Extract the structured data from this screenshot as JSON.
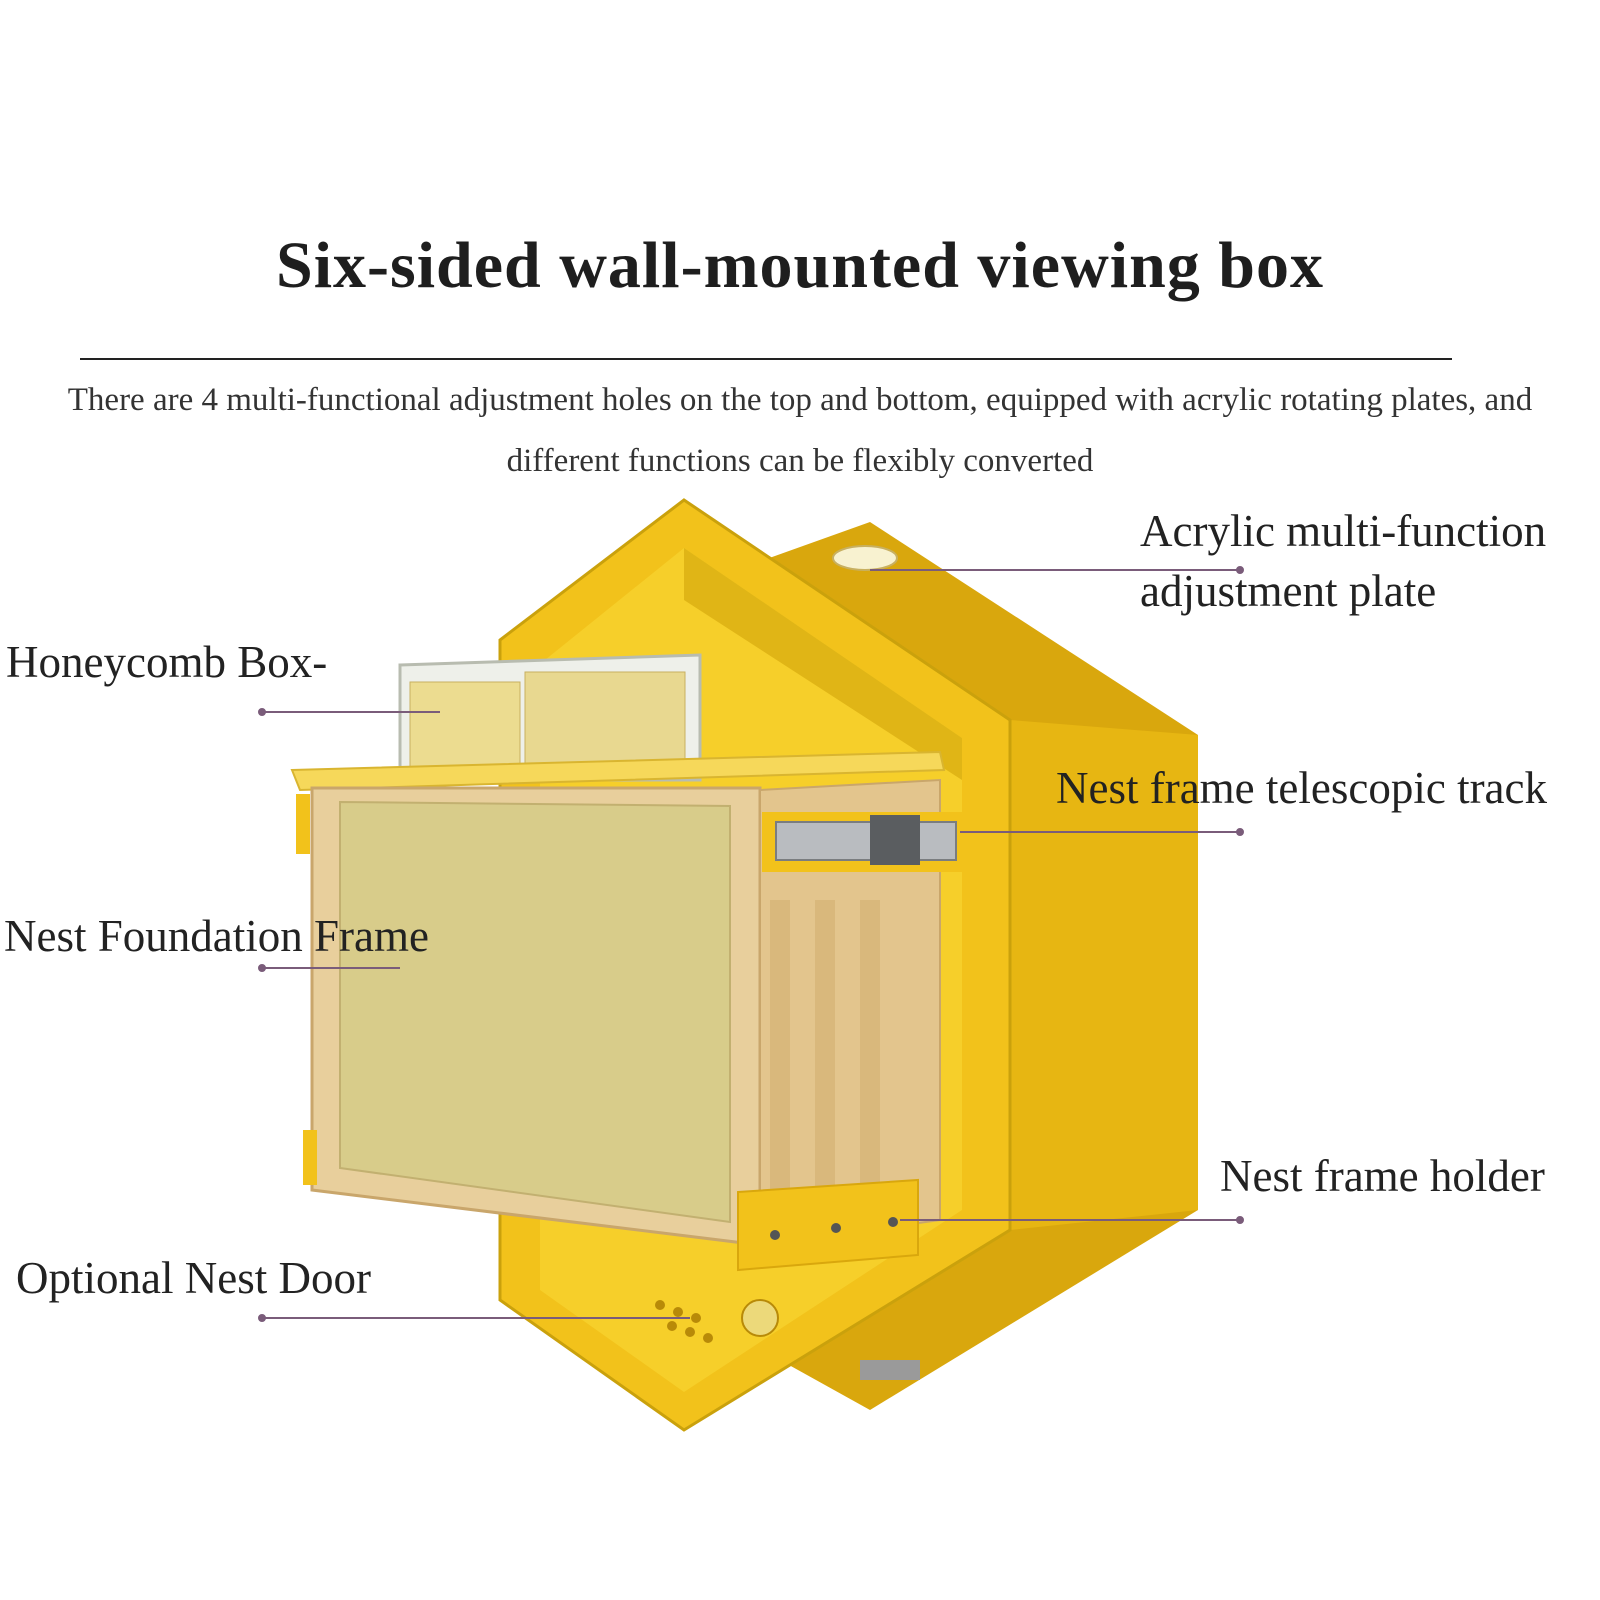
{
  "title": "Six-sided wall-mounted viewing box",
  "intro": "There are 4 multi-functional adjustment holes on the top and bottom, equipped with acrylic rotating plates, and different functions can be flexibly converted",
  "labels": {
    "acrylic_plate_line1": "Acrylic multi-function",
    "acrylic_plate_line2": "adjustment plate",
    "honeycomb_box": "Honeycomb Box-",
    "telescopic_track": "Nest frame telescopic track",
    "foundation_frame": "Nest Foundation Frame",
    "frame_holder": "Nest frame holder",
    "nest_door": "Optional Nest Door"
  },
  "colors": {
    "hive_yellow": "#f2c21b",
    "hive_yellow_dark": "#d9a70d",
    "hive_interior": "#f6cf2a",
    "wood": "#e8cf9c",
    "wood_dark": "#c9a66b",
    "foundation": "#d8cc8a",
    "leader_line": "#7a5c7a"
  }
}
